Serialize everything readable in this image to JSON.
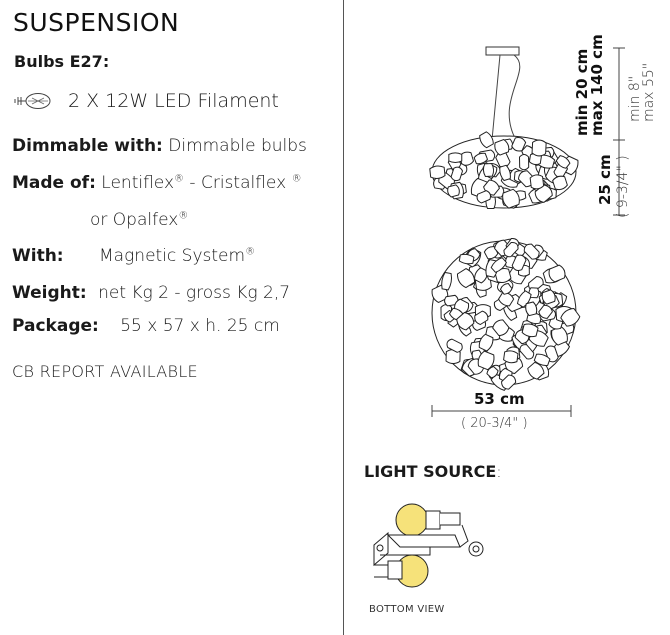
{
  "title": "SUSPENSION",
  "bulbs_label": "Bulbs E27:",
  "bulb_spec": "2 X 12W LED Filament",
  "specs": {
    "dimmable": {
      "label": "Dimmable with:",
      "value": "Dimmable bulbs"
    },
    "made_of": {
      "label": "Made of:",
      "value": "Lentiflex",
      "value2": " - Cristalflex ",
      "value3": "or Opalfex"
    },
    "with": {
      "label": "With:",
      "value": "Magnetic System"
    },
    "weight": {
      "label": "Weight:",
      "value": "net Kg 2 - gross Kg 2,7"
    },
    "package": {
      "label": "Package:",
      "value": "55 x 57 x h. 25 cm"
    }
  },
  "registered": "®",
  "cb_report": "CB REPORT  AVAILABLE",
  "dimensions": {
    "cable_min_cm": "min 20 cm",
    "cable_max_cm": "max 140 cm",
    "cable_min_in": "min 8\"",
    "cable_max_in": "max 55\"",
    "height_cm": "25 cm",
    "height_in": "( 9-3/4\" )",
    "width_cm": "53 cm",
    "width_in": "( 20-3/4\" )"
  },
  "light_source_label": "LIGHT SOURCE",
  "light_source_colon": ":",
  "bottom_view": "BOTTOM VIEW",
  "colors": {
    "bulb_yellow": "#f6e27a",
    "line": "#222222"
  }
}
